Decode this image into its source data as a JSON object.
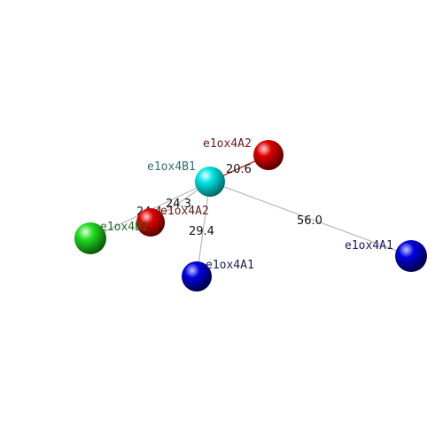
{
  "atoms": [
    {
      "id": "B1",
      "label": "e1ox4B1",
      "color": "#00e5e5",
      "label_color": "#2f6f6f"
    },
    {
      "id": "A2a",
      "label": "e1ox4A2",
      "color": "#e00000",
      "label_color": "#6b1a1a"
    },
    {
      "id": "A2b",
      "label": "e1ox4A2",
      "color": "#e00000",
      "label_color": "#6b1a1a"
    },
    {
      "id": "B2",
      "label": "e1ox4B2",
      "color": "#22dd22",
      "label_color": "#2a6a2a"
    },
    {
      "id": "A1a",
      "label": "e1ox4A1",
      "color": "#0000e0",
      "label_color": "#1a1a5e"
    },
    {
      "id": "A1b",
      "label": "e1ox4A1",
      "color": "#0000e0",
      "label_color": "#1a1a5e"
    }
  ],
  "distances": [
    {
      "from": "B1",
      "to": "A2a",
      "value": "20.6"
    },
    {
      "from": "B1",
      "to": "A2b",
      "value": "24.3"
    },
    {
      "from": "B1",
      "to": "B2",
      "value": "24.4"
    },
    {
      "from": "B1",
      "to": "A1a",
      "value": "29.4"
    },
    {
      "from": "B1",
      "to": "A1b",
      "value": "56.0"
    }
  ]
}
